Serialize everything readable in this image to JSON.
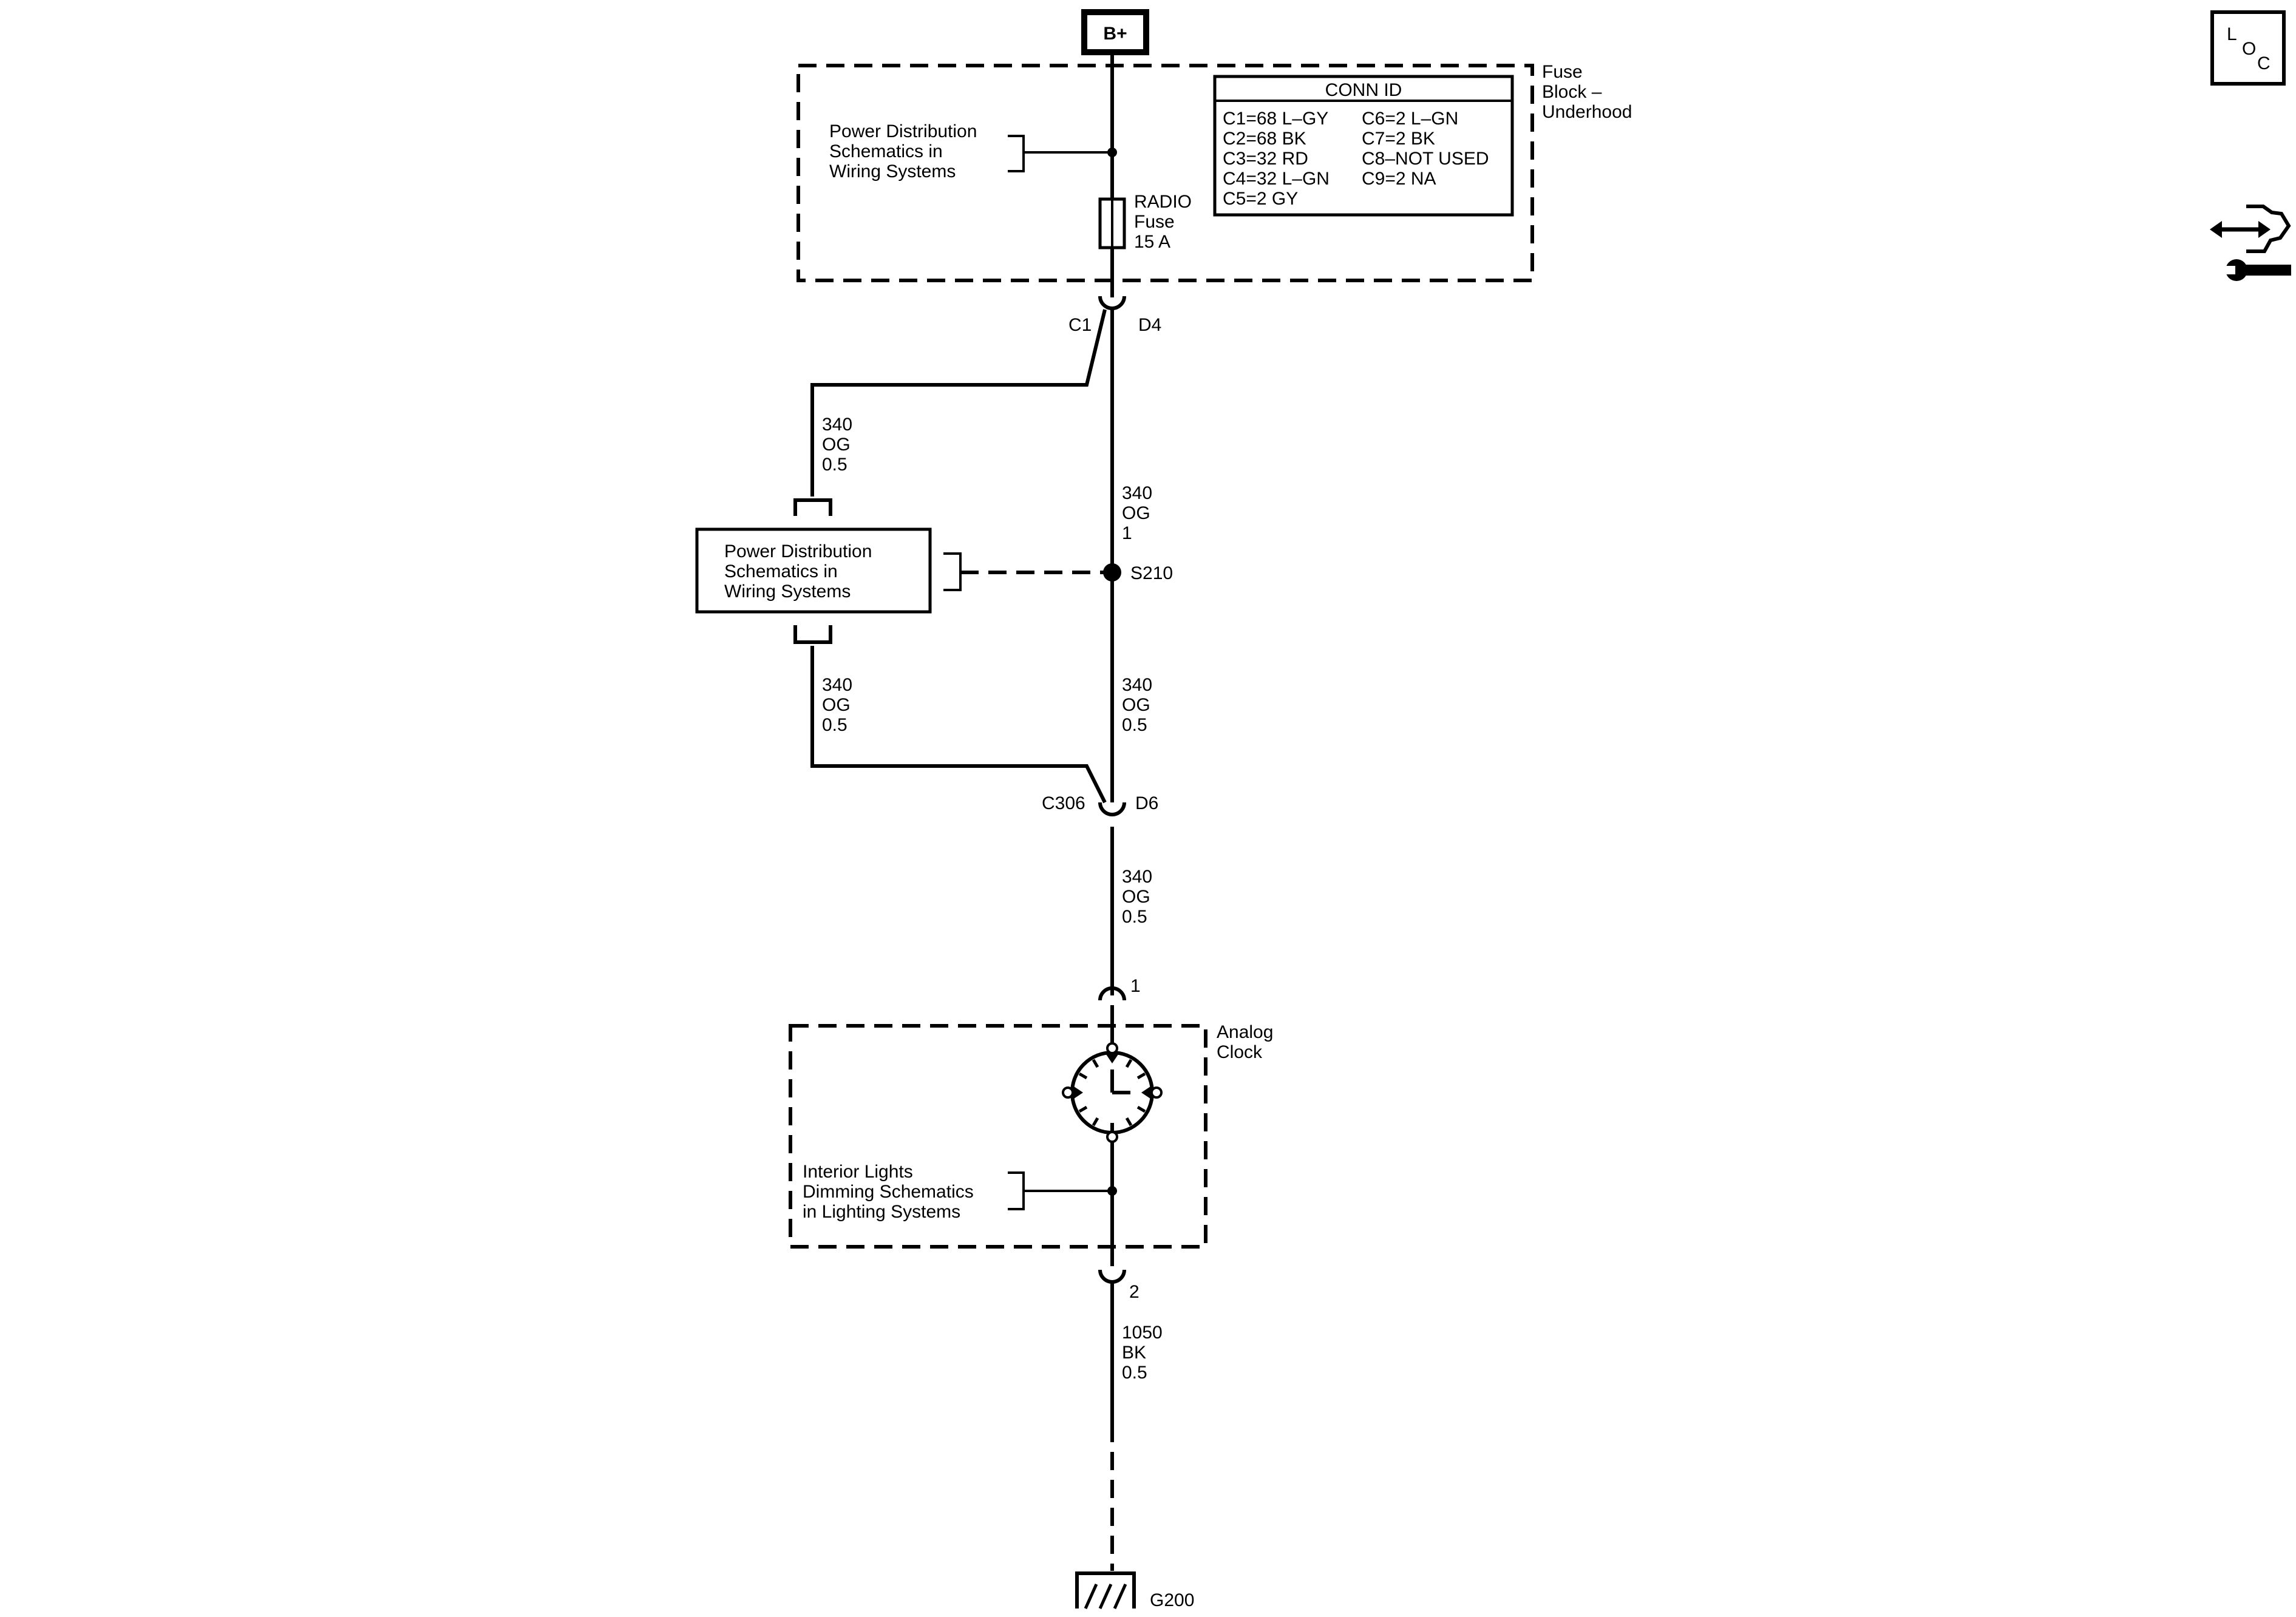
{
  "power_source": {
    "label": "B+"
  },
  "fuse_block": {
    "title_lines": [
      "Fuse",
      "Block –",
      "Underhood"
    ],
    "pds_ref_lines": [
      "Power Distribution",
      "Schematics in",
      "Wiring Systems"
    ],
    "fuse_lines": [
      "RADIO",
      "Fuse",
      "15 A"
    ],
    "conn_id": {
      "header": "CONN ID",
      "col1": [
        "C1=68 L–GY",
        "C2=68 BK",
        "C3=32 RD",
        "C4=32 L–GN",
        "C5=2 GY"
      ],
      "col2": [
        "C6=2 L–GN",
        "C7=2 BK",
        "C8–NOT USED",
        "C9=2 NA"
      ]
    }
  },
  "connector_c1": {
    "name": "C1",
    "pin": "D4"
  },
  "wire_branch_upper": {
    "circuit": "340",
    "color": "OG",
    "size": "0.5"
  },
  "wire_main_upper": {
    "circuit": "340",
    "color": "OG",
    "size": "1"
  },
  "splice": {
    "name": "S210"
  },
  "pds_box_lines": [
    "Power Distribution",
    "Schematics in",
    "Wiring Systems"
  ],
  "wire_branch_lower": {
    "circuit": "340",
    "color": "OG",
    "size": "0.5"
  },
  "wire_main_lower": {
    "circuit": "340",
    "color": "OG",
    "size": "0.5"
  },
  "connector_c306": {
    "name": "C306",
    "pin": "D6"
  },
  "wire_to_clock": {
    "circuit": "340",
    "color": "OG",
    "size": "0.5"
  },
  "clock_pin_1": "1",
  "analog_clock": {
    "title_lines": [
      "Analog",
      "Clock"
    ]
  },
  "dimming_ref_lines": [
    "Interior Lights",
    "Dimming Schematics",
    "in Lighting Systems"
  ],
  "clock_pin_2": "2",
  "wire_ground": {
    "circuit": "1050",
    "color": "BK",
    "size": "0.5"
  },
  "ground": {
    "name": "G200"
  },
  "loc_icon": {
    "letters": [
      "L",
      "O",
      "C"
    ]
  },
  "icons": [
    "loc-icon",
    "connector-end-view-icon"
  ]
}
